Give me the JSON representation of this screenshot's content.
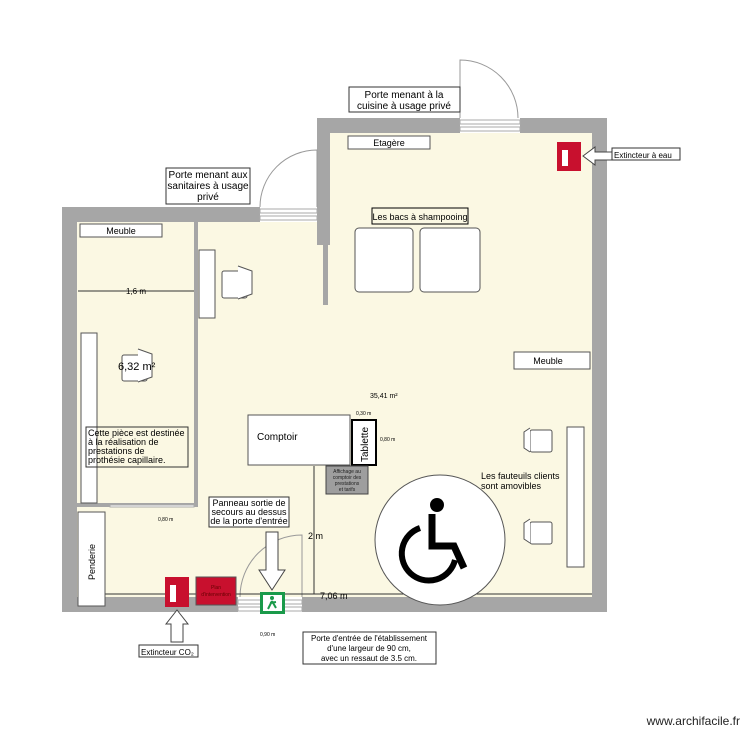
{
  "colors": {
    "wall": "#a6a6a6",
    "floor": "#fbf8e3",
    "fire_red": "#c8102e",
    "exit_green": "#1a9a4a",
    "info_gray": "#9e9e9e"
  },
  "rooms": {
    "small_room_area": "6,32 m²",
    "main_area": "35,41 m²",
    "small_room_note": [
      "Cette pièce est destinée",
      "à la réalisation de",
      "prestations de",
      "prothésie capillaire."
    ]
  },
  "furniture": {
    "etagere": "Etagère",
    "meuble_left": "Meuble",
    "meuble_right": "Meuble",
    "comptoir": "Comptoir",
    "tablette": "Tablette",
    "penderie": "Penderie",
    "bacs": "Les bacs à shampooing",
    "fauteuils": [
      "Les fauteuils clients",
      "sont amovibles"
    ],
    "affichage": [
      "Affichage au",
      "comptoir des",
      "prestations",
      "et tarifs"
    ],
    "plan": [
      "Plan",
      "d'intervention"
    ]
  },
  "dimensions": {
    "d1": "1,6 m",
    "d2": "0,80 m",
    "d3": "0,30 m",
    "d4": "0,80 m",
    "d5": "2 m",
    "d6": "7,06 m",
    "d7": "0,90 m"
  },
  "callouts": {
    "kitchen_door": [
      "Porte menant à la",
      "cuisine à usage privé"
    ],
    "sanitary_door": [
      "Porte menant aux",
      "sanitaires à usage",
      "privé"
    ],
    "extinguisher_water": "Extincteur à eau",
    "extinguisher_co2": "Extincteur CO₂",
    "exit_sign": [
      "Panneau sortie de",
      "secours au dessus",
      "de la porte d'entrée"
    ],
    "entry_door": [
      "Porte d'entrée de l'établissement",
      "d'une largeur de 90 cm,",
      "avec un ressaut de 3.5 cm."
    ]
  },
  "icons": [
    "fire-extinguisher-icon",
    "wheelchair-accessibility-icon",
    "emergency-exit-icon",
    "arrow-icon",
    "chair-icon"
  ],
  "watermark": "www.archifacile.fr"
}
